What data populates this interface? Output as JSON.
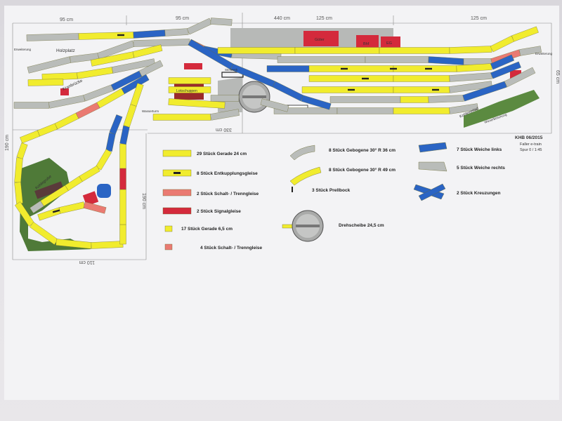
{
  "dimensions": {
    "top": [
      "95 cm",
      "95 cm",
      "440 cm",
      "125 cm",
      "125 cm"
    ],
    "right": "65 cm",
    "left": "190 cm",
    "inner_vertical": "190 cm",
    "bottom": "110 cm",
    "middle": "330 cm"
  },
  "labels": {
    "holzplatz": "Holzplatz",
    "kranbruecke": "Kranbrücke",
    "lokschuppen": "Lokschuppen",
    "wasserturm": "Wasserturm",
    "stellwerk": "Stellwerk",
    "gueterschuppen": "Güter",
    "bahnhof": "Bhf",
    "eg": "EG",
    "kohleverlad": "Kohleverlad",
    "kohlegrube": "Kohlegrube",
    "erweiterung_left": "Erweiterung",
    "erweiterung_right": "Erweiterung",
    "wiese": "Wiese/Böschung"
  },
  "title_block": {
    "line1": "KHB 06/2015",
    "line2": "Faller e-train",
    "line3": "Spur 0 / 1:45"
  },
  "legend": [
    {
      "key": "gerade",
      "text": "29 Stück Gerade 24 cm",
      "color": "#f1ec2e"
    },
    {
      "key": "entkupplung",
      "text": "8 Stück Entkupplungsgleise",
      "color": "#f1ec2e"
    },
    {
      "key": "schalt",
      "text": "2 Stück Schalt- / Trenngleise",
      "color": "#ea7a72"
    },
    {
      "key": "signal",
      "text": "2 Stück Signalgleise",
      "color": "#d42a3c"
    },
    {
      "key": "gerade_kurz",
      "text": "17 Stück Gerade 6,5 cm",
      "color": "#f1ec2e"
    },
    {
      "key": "schalt_kurz",
      "text": "4 Stück Schalt- / Trenngleise",
      "color": "#ea7a72"
    },
    {
      "key": "bogen36",
      "text": "8 Stück Gebogene 30° R 36 cm",
      "color": "#b9bcb9"
    },
    {
      "key": "bogen49",
      "text": "8 Stück Gebogene 30° R 49 cm",
      "color": "#f1ec2e"
    },
    {
      "key": "prellbock",
      "text": "3 Stück Prellbock",
      "color": "#222222"
    },
    {
      "key": "drehscheibe",
      "text": "Drehscheibe 24,5 cm",
      "color": "#9a9a9a"
    },
    {
      "key": "weiche_links",
      "text": "7 Stück Weiche links",
      "color": "#2a64c4"
    },
    {
      "key": "weiche_rechts",
      "text": "5 Stück Weiche rechts",
      "color": "#b9bcb9"
    },
    {
      "key": "kreuzung",
      "text": "2 Stück Kreuzungen",
      "color": "#2a64c4"
    }
  ],
  "colors": {
    "paper": "#f4f4f6",
    "yellow": "#f1ec2e",
    "grey": "#b9bcb9",
    "blue": "#2a64c4",
    "pink": "#ea7a72",
    "red": "#d42a3c",
    "green": "#4f7a38"
  }
}
